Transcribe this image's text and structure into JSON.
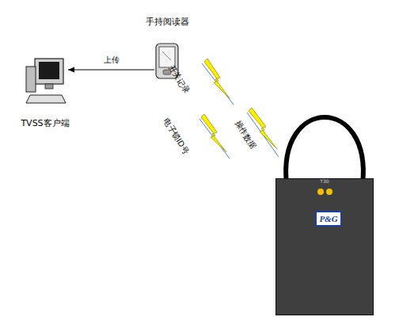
{
  "diagram": {
    "nodes": [
      {
        "text": [
          "手持阅读器"
        ]
      },
      {
        "text": [
          "TVSS客户端"
        ]
      },
      {
        "text": [
          "T30"
        ]
      },
      {
        "text": [
          "P&G"
        ],
        "in": 2
      }
    ],
    "edges": [
      {
        "from": 0,
        "to": 1,
        "label": "上传",
        "arrow": "to"
      }
    ],
    "labels": [
      "开关记录",
      "操作数据",
      "电子锁ID号"
    ]
  }
}
